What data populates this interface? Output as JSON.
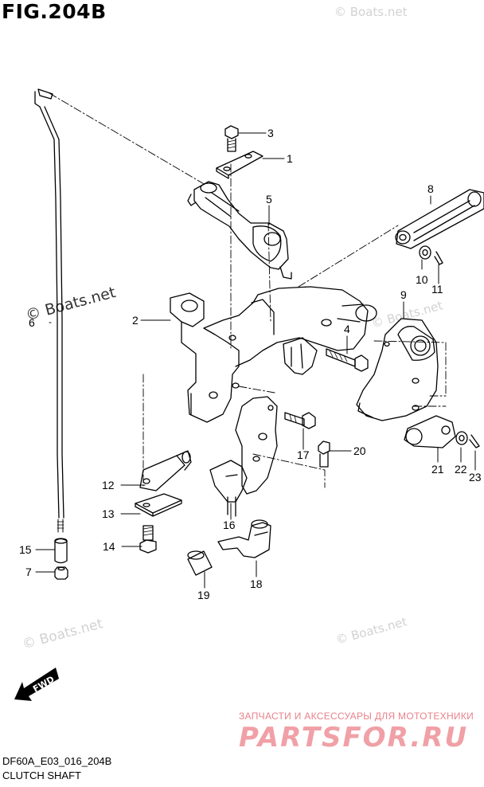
{
  "figure": {
    "title": "FIG.204B",
    "code": "DF60A_E03_016_204B",
    "name": "CLUTCH SHAFT"
  },
  "watermarks": {
    "top": "© Boats.net",
    "left": "© Boats.net",
    "mid": "© Boats.net",
    "bottom_left": "© Boats.net",
    "bottom_right": "© Boats.net"
  },
  "branding": {
    "tagline": "ЗАПЧАСТИ И АКСЕССУАРЫ ДЛЯ МОТОТЕХНИКИ",
    "logo": "PARTSFOR.RU"
  },
  "fwd_label": "FWD",
  "callouts": {
    "c1": "1",
    "c2": "2",
    "c3": "3",
    "c4": "4",
    "c5": "5",
    "c6": "6",
    "c7": "7",
    "c8": "8",
    "c9": "9",
    "c10": "10",
    "c11": "11",
    "c12": "12",
    "c13": "13",
    "c14": "14",
    "c15": "15",
    "c16": "16",
    "c17": "17",
    "c18": "18",
    "c19": "19",
    "c20": "20",
    "c21": "21",
    "c22": "22",
    "c23": "23"
  },
  "colors": {
    "ink": "#000000",
    "paper": "#ffffff",
    "watermark": "#d2d2d2",
    "brand": "#f0a0a6"
  }
}
